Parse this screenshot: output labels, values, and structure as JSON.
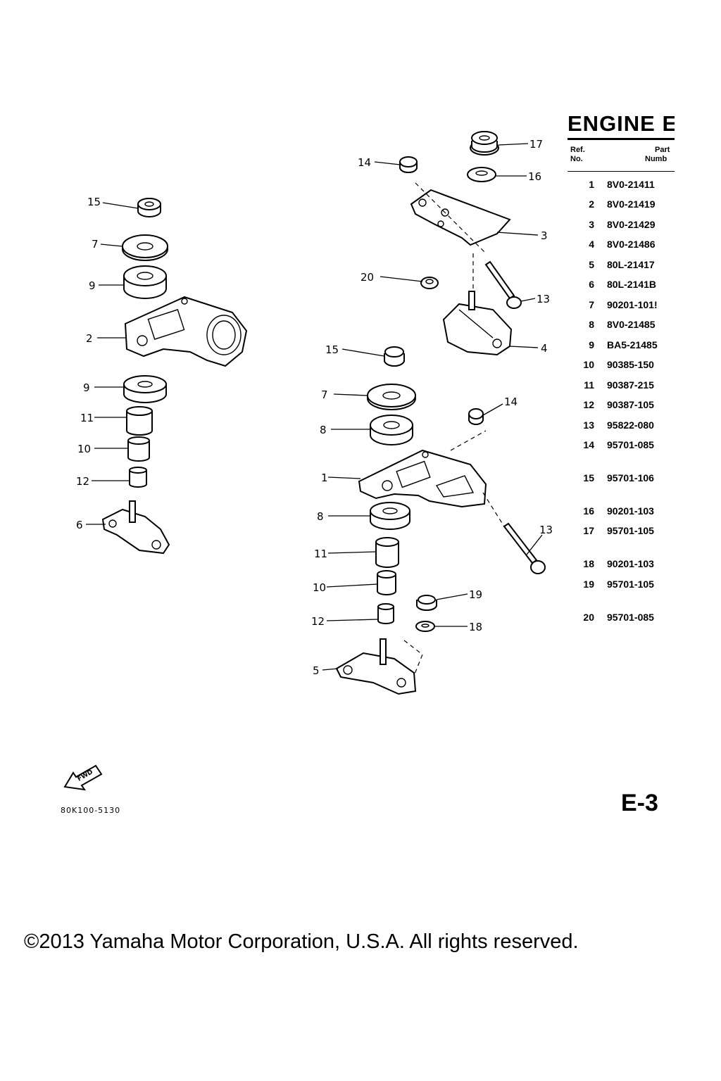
{
  "panel": {
    "title": "ENGINE E",
    "header_ref": "Ref.",
    "header_no": "No.",
    "header_part": "Part",
    "header_number": "Numb"
  },
  "parts": [
    {
      "ref": "1",
      "number": "8V0-21411"
    },
    {
      "ref": "2",
      "number": "8V0-21419"
    },
    {
      "ref": "3",
      "number": "8V0-21429"
    },
    {
      "ref": "4",
      "number": "8V0-21486"
    },
    {
      "ref": "5",
      "number": "80L-21417"
    },
    {
      "ref": "6",
      "number": "80L-2141B"
    },
    {
      "ref": "7",
      "number": "90201-101!"
    },
    {
      "ref": "8",
      "number": "8V0-21485"
    },
    {
      "ref": "9",
      "number": "BA5-21485"
    },
    {
      "ref": "10",
      "number": "90385-150"
    },
    {
      "ref": "11",
      "number": "90387-215"
    },
    {
      "ref": "12",
      "number": "90387-105"
    },
    {
      "ref": "13",
      "number": "95822-080"
    },
    {
      "ref": "14",
      "number": "95701-085"
    },
    {
      "ref": "15",
      "number": "95701-106"
    },
    {
      "ref": "16",
      "number": "90201-103"
    },
    {
      "ref": "17",
      "number": "95701-105"
    },
    {
      "ref": "18",
      "number": "90201-103"
    },
    {
      "ref": "19",
      "number": "95701-105"
    },
    {
      "ref": "20",
      "number": "95701-085"
    }
  ],
  "callouts": {
    "left": [
      "15",
      "7",
      "9",
      "2",
      "9",
      "11",
      "10",
      "12",
      "6"
    ],
    "right": [
      "14",
      "17",
      "16",
      "3",
      "20",
      "13",
      "4",
      "15",
      "7",
      "8",
      "14",
      "1",
      "8",
      "13",
      "11",
      "10",
      "19",
      "12",
      "18",
      "5"
    ]
  },
  "fwd_label": "FWD",
  "drawing_number": "80K100-5130",
  "page_label": "E-3",
  "copyright": "©2013 Yamaha Motor Corporation, U.S.A. All rights reserved."
}
